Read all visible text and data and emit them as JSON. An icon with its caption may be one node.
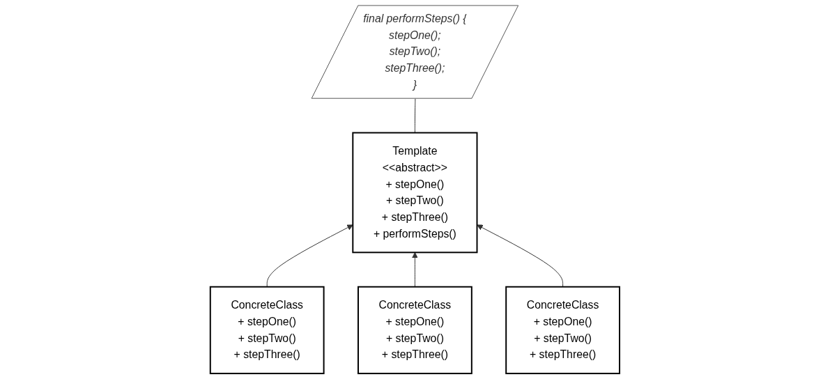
{
  "diagram": {
    "nodes": [
      {
        "text": [
          "Template",
          "<<abstract>>",
          "+ stepOne()",
          "+ stepTwo()",
          "+ stepThree()",
          "+ performSteps()"
        ]
      },
      {
        "text": [
          "final performSteps() {",
          "stepOne();",
          "stepTwo();",
          "stepThree();",
          "}"
        ]
      },
      {
        "text": [
          "ConcreteClass",
          "+ stepOne()",
          "+ stepTwo()",
          "+ stepThree()"
        ]
      },
      {
        "text": [
          "ConcreteClass",
          "+ stepOne()",
          "+ stepTwo()",
          "+ stepThree()"
        ]
      },
      {
        "text": [
          "ConcreteClass",
          "+ stepOne()",
          "+ stepTwo()",
          "+ stepThree()"
        ]
      }
    ],
    "edges": [
      {
        "from": 0,
        "to": 1,
        "arrow": "none"
      },
      {
        "from": 2,
        "to": 0,
        "arrow": "to"
      },
      {
        "from": 3,
        "to": 0,
        "arrow": "to"
      },
      {
        "from": 4,
        "to": 0,
        "arrow": "to"
      }
    ]
  }
}
